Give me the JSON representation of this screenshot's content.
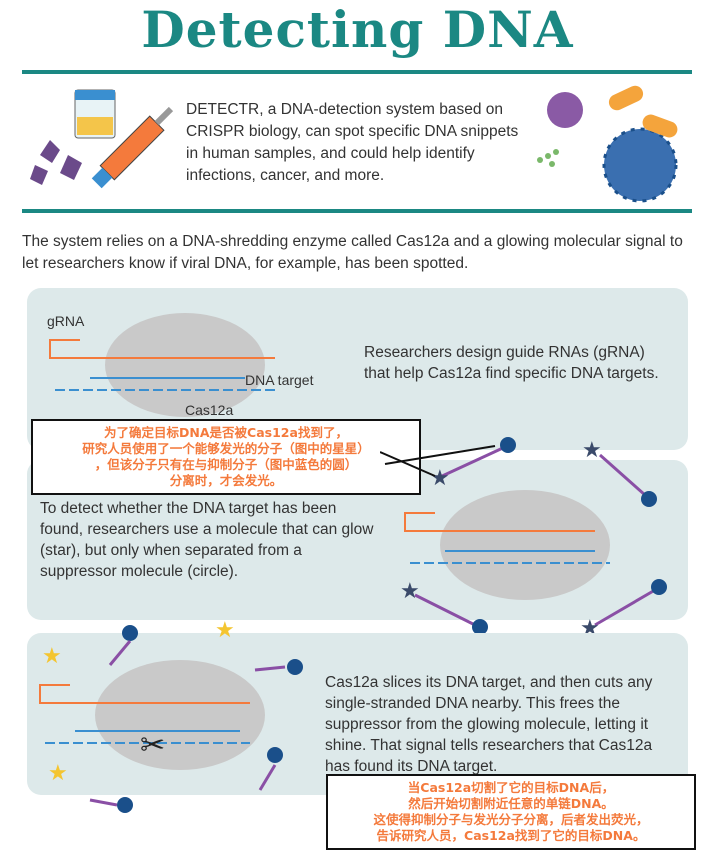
{
  "title": "Detecting DNA",
  "intro": "DETECTR, a DNA-detection system based on CRISPR biology, can spot specific DNA snippets in human samples, and could help identify infections, cancer, and more.",
  "lead": "The system relies on a DNA-shredding enzyme called Cas12a and a glowing molecular signal to let researchers know if viral DNA, for example, has been spotted.",
  "panels": [
    {
      "text": "Researchers design guide RNAs (gRNA) that help Cas12a find specific DNA targets.",
      "labels": {
        "grna": "gRNA",
        "target": "DNA target",
        "cas": "Cas12a"
      }
    },
    {
      "text": "To detect whether the DNA target has been found, researchers use a molecule that can glow (star), but only when separated from a suppressor molecule (circle)."
    },
    {
      "text": "Cas12a slices its DNA target, and then cuts any single-stranded DNA nearby. This frees the suppressor from the glowing molecule, letting it shine. That signal tells researchers that Cas12a has found its DNA target."
    }
  ],
  "annotations": [
    {
      "lines": [
        "为了确定目标DNA是否被Cas12a找到了，",
        "研究人员使用了一个能够发光的分子（图中的星星）",
        "，但该分子只有在与抑制分子（图中蓝色的圆）",
        "分离时，才会发光。"
      ]
    },
    {
      "lines": [
        "当Cas12a切割了它的目标DNA后，",
        "然后开始切割附近任意的单链DNA。",
        "这使得抑制分子与发光分子分离，后者发出荧光，",
        "告诉研究人员，Cas12a找到了它的目标DNA。"
      ]
    }
  ],
  "colors": {
    "teal": "#1b8883",
    "orange": "#f47a3c",
    "blue": "#3a8fd0",
    "navy": "#1a4f8a",
    "purple": "#8a4fa5",
    "panel": "#dde9ea"
  }
}
